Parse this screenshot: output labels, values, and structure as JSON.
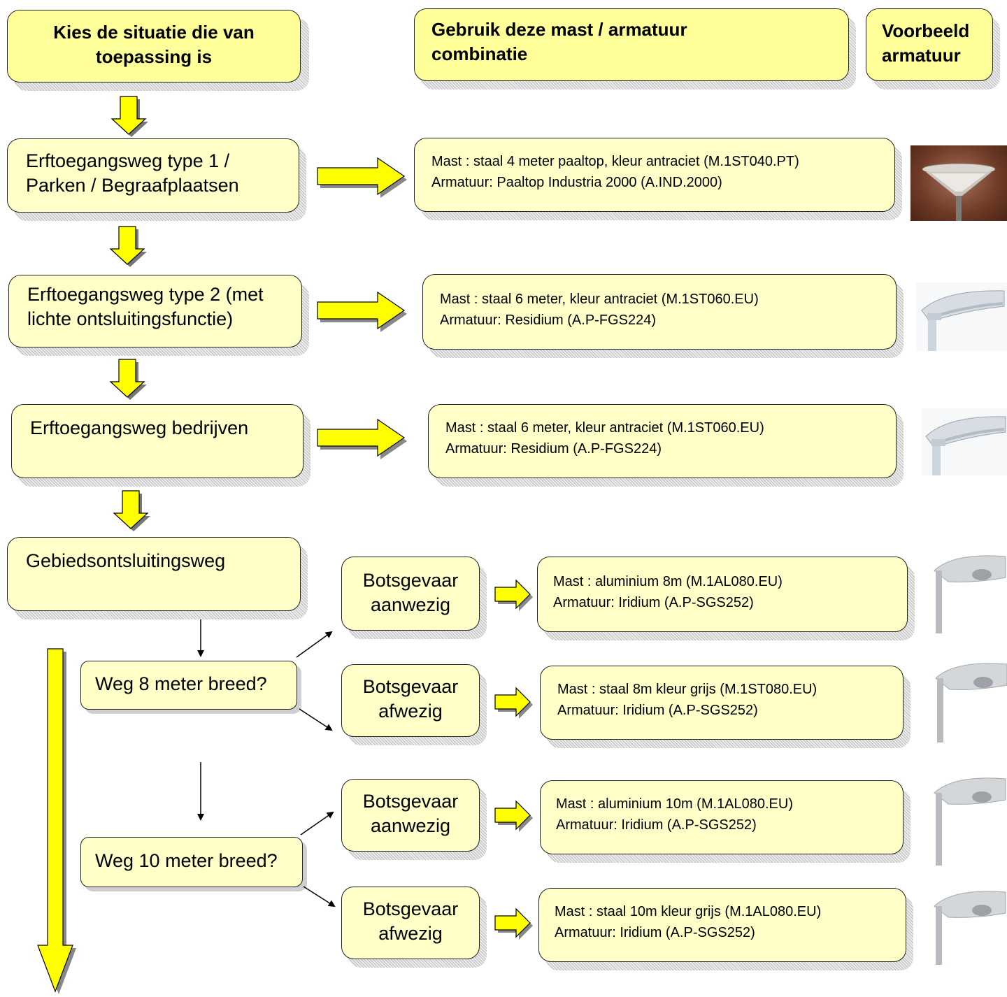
{
  "headers": {
    "situation": [
      "Kies de situatie die van",
      "toepassing is"
    ],
    "combination": [
      "Gebruik deze mast / armatuur",
      "combinatie"
    ],
    "example": [
      "Voorbeeld",
      "armatuur"
    ]
  },
  "situations": {
    "s1": [
      "Erftoegangsweg type 1 /",
      "Parken / Begraafplaatsen"
    ],
    "s2": [
      "Erftoegangsweg type 2 (met",
      "lichte ontsluitingsfunctie)"
    ],
    "s3": [
      "Erftoegangsweg bedrijven"
    ],
    "s4": [
      "Gebiedsontsluitingsweg"
    ]
  },
  "questions": {
    "q8": "Weg 8 meter breed?",
    "q10": "Weg 10 meter breed?"
  },
  "collision": {
    "b1": [
      "Botsgevaar",
      "aanwezig"
    ],
    "b2": [
      "Botsgevaar",
      "afwezig"
    ],
    "b3": [
      "Botsgevaar",
      "aanwezig"
    ],
    "b4": [
      "Botsgevaar",
      "afwezig"
    ]
  },
  "combinations": {
    "c1": [
      "Mast : staal 4 meter paaltop, kleur antraciet (M.1ST040.PT)",
      "Armatuur: Paaltop Industria 2000 (A.IND.2000)"
    ],
    "c2": [
      "Mast : staal 6 meter, kleur antraciet (M.1ST060.EU)",
      "Armatuur: Residium (A.P-FGS224)"
    ],
    "c3": [
      "Mast : staal 6 meter, kleur antraciet (M.1ST060.EU)",
      "Armatuur: Residium (A.P-FGS224)"
    ],
    "c4": [
      "Mast : aluminium 8m (M.1AL080.EU)",
      "Armatuur: Iridium (A.P-SGS252)"
    ],
    "c5": [
      "Mast : staal 8m kleur grijs (M.1ST080.EU)",
      "Armatuur: Iridium (A.P-SGS252)"
    ],
    "c6": [
      "Mast : aluminium 10m (M.1AL080.EU)",
      "Armatuur: Iridium (A.P-SGS252)"
    ],
    "c7": [
      "Mast : staal 10m kleur grijs (M.1AL080.EU)",
      "Armatuur: Iridium (A.P-SGS252)"
    ]
  },
  "lamp_images": [
    "paaltop-lamp-icon",
    "residium-lamp-icon",
    "residium-lamp-icon",
    "iridium-lamp-icon",
    "iridium-lamp-icon",
    "iridium-lamp-icon",
    "iridium-lamp-icon"
  ],
  "colors": {
    "header_fill": "#ffff99",
    "box_fill": "#ffffc8",
    "arrow_fill": "#ffff00",
    "outline": "#222222"
  }
}
